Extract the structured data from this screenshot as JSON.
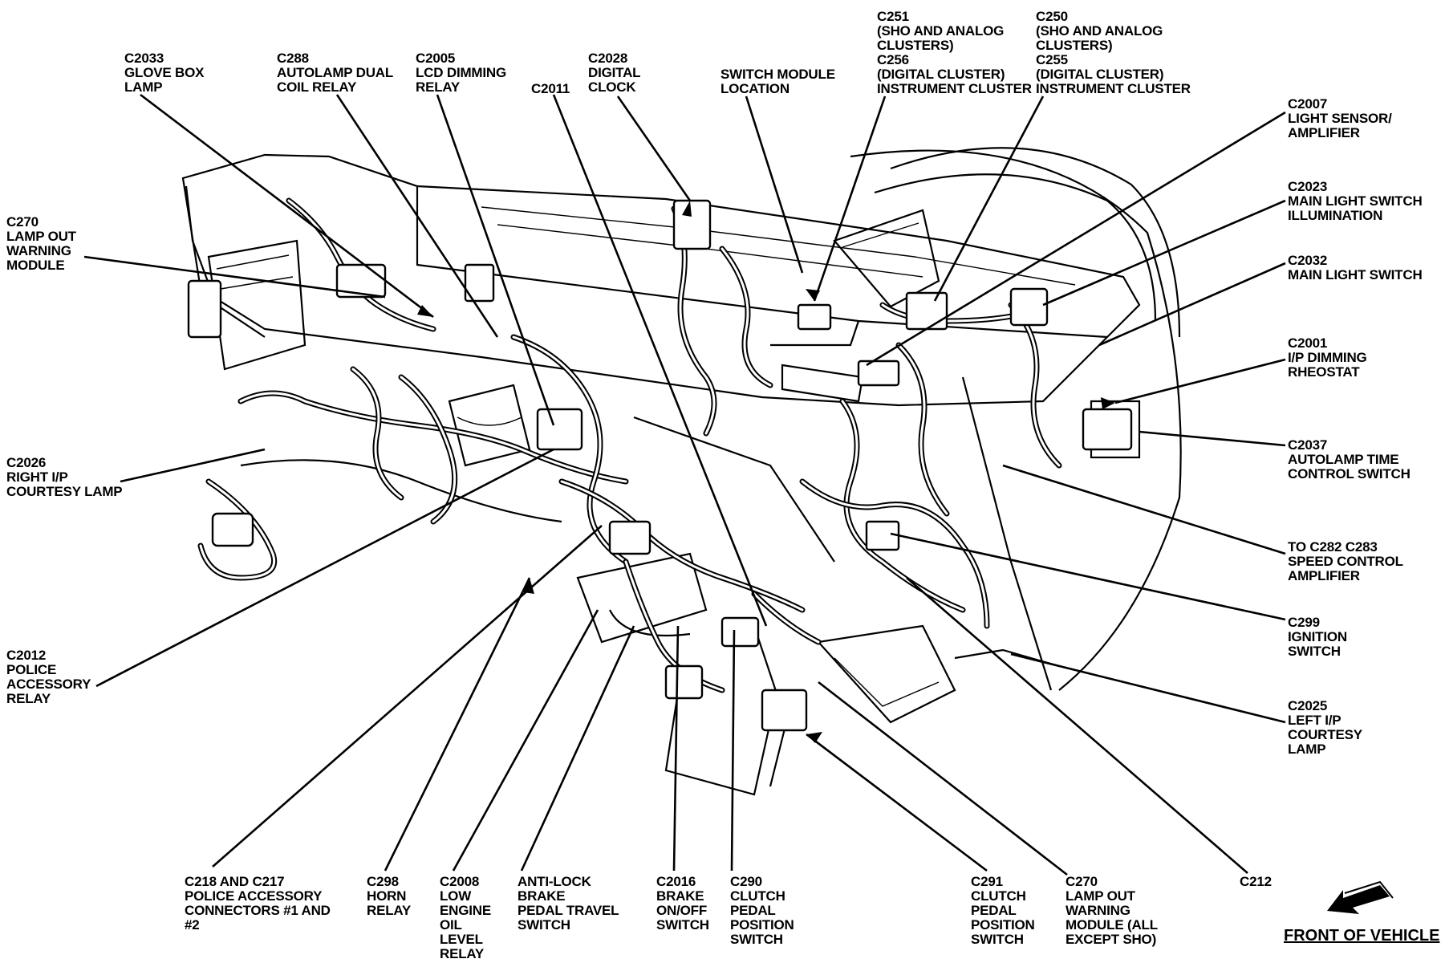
{
  "labels": {
    "c2033": "C2033\nGLOVE BOX\nLAMP",
    "c288": "C288\nAUTOLAMP DUAL\nCOIL RELAY",
    "c2005": "C2005\nLCD DIMMING\nRELAY",
    "c2011": "C2011",
    "c2028": "C2028\nDIGITAL\nCLOCK",
    "switch_module": "SWITCH MODULE\nLOCATION",
    "c251": "C251\n(SHO AND ANALOG\nCLUSTERS)\nC256\n(DIGITAL CLUSTER)\nINSTRUMENT CLUSTER",
    "c250": "C250\n(SHO AND ANALOG\nCLUSTERS)\nC255\n(DIGITAL CLUSTER)\nINSTRUMENT CLUSTER",
    "c2007": "C2007\nLIGHT SENSOR/\nAMPLIFIER",
    "c2023": "C2023\nMAIN LIGHT SWITCH\nILLUMINATION",
    "c2032": "C2032\nMAIN LIGHT SWITCH",
    "c2001": "C2001\nI/P DIMMING\nRHEOSTAT",
    "c2037": "C2037\nAUTOLAMP TIME\nCONTROL SWITCH",
    "c282": "TO C282 C283\nSPEED CONTROL\nAMPLIFIER",
    "c299": "C299\nIGNITION\nSWITCH",
    "c2025": "C2025\nLEFT I/P\nCOURTESY\nLAMP",
    "c212": "C212",
    "c270_left": "C270\nLAMP OUT\nWARNING\nMODULE",
    "c2026": "C2026\nRIGHT I/P\nCOURTESY LAMP",
    "c2012": "C2012\nPOLICE\nACCESSORY\nRELAY",
    "c218": "C218 AND C217\nPOLICE ACCESSORY\nCONNECTORS #1 AND\n#2",
    "c298": "C298\nHORN\nRELAY",
    "c2008": "C2008\nLOW\nENGINE\nOIL\nLEVEL\nRELAY",
    "antilock": "ANTI-LOCK\nBRAKE\nPEDAL TRAVEL\nSWITCH",
    "c2016": "C2016\nBRAKE\nON/OFF\nSWITCH",
    "c290": "C290\nCLUTCH\nPEDAL\nPOSITION\nSWITCH",
    "c291": "C291\nCLUTCH\nPEDAL\nPOSITION\nSWITCH",
    "c270_bottom": "C270\nLAMP OUT\nWARNING\nMODULE (ALL\nEXCEPT SHO)",
    "front": "FRONT OF VEHICLE"
  },
  "icons": {
    "direction_arrow": "arrow-front-of-vehicle-icon"
  }
}
